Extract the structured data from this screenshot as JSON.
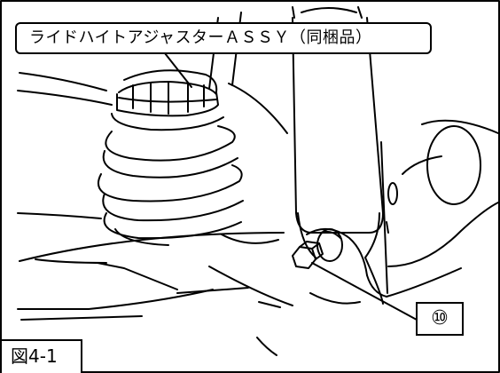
{
  "callout_label": "ライドハイトアジャスターＡＳＳＹ（同梱品）",
  "part_number": "⑩",
  "figure_label": "図4-1"
}
